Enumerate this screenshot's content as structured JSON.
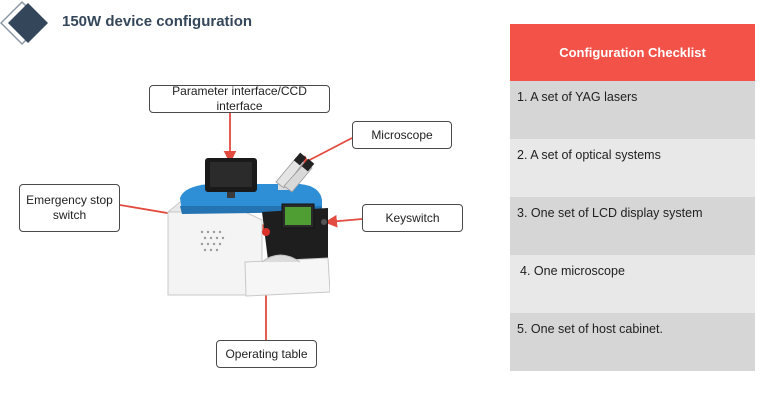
{
  "header": {
    "title": "150W device configuration"
  },
  "callouts": {
    "parameter_interface": "Parameter interface/CCD interface",
    "microscope": "Microscope",
    "emergency_stop": "Emergency stop switch",
    "keyswitch": "Keyswitch",
    "operating_table": "Operating table"
  },
  "checklist": {
    "title": "Configuration Checklist",
    "items": [
      "1. A set of YAG lasers",
      "2. A set of optical systems",
      "3. One set of LCD display system",
      "4. One microscope",
      "5. One set of host cabinet."
    ]
  },
  "colors": {
    "accent": "#f25248",
    "logo_dark": "#34475a",
    "connector": "#e24b40",
    "device_blue": "#2f8fd6",
    "row_dark": "#d6d6d6",
    "row_light": "#e8e8e8"
  }
}
